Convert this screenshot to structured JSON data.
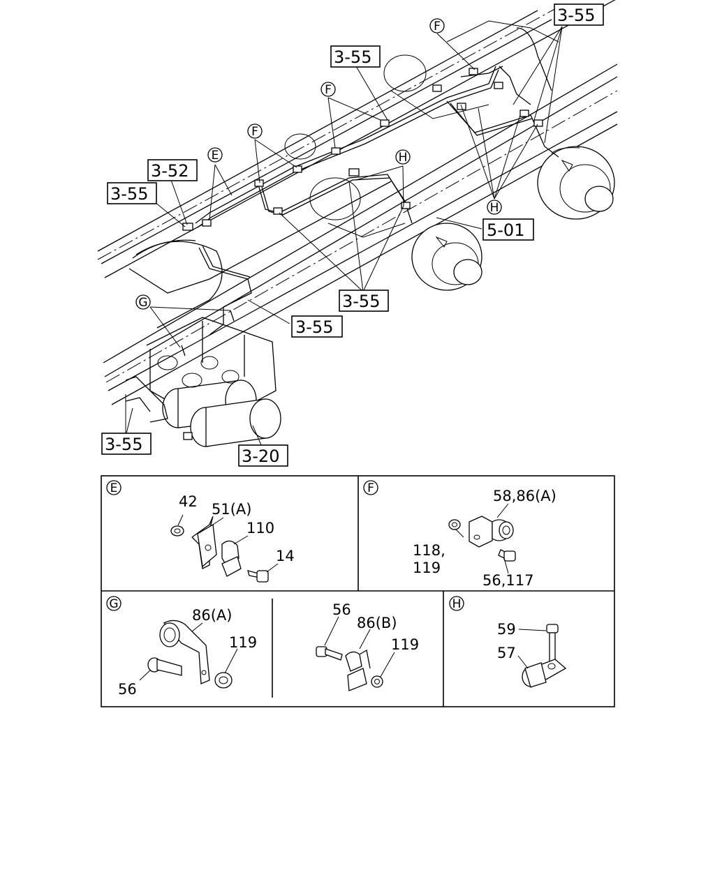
{
  "callouts": {
    "top_right": "3-55",
    "upper_mid": "3-55",
    "left_352": "3-52",
    "left_355": "3-55",
    "right_501": "5-01",
    "mid_355": "3-55",
    "lower_355": "3-55",
    "bottom_left_355": "3-55",
    "bottom_320": "3-20"
  },
  "markers": {
    "F1": "F",
    "F2": "F",
    "F3": "F",
    "E": "E",
    "H1": "H",
    "H2": "H",
    "G": "G"
  },
  "panels": {
    "E": {
      "letter": "E",
      "parts": {
        "p42": "42",
        "p51": "51(A)",
        "p110": "110",
        "p14": "14"
      }
    },
    "F": {
      "letter": "F",
      "parts": {
        "p58": "58,86(A)",
        "p118": "118,",
        "p119": "119",
        "p56": "56,117"
      }
    },
    "G": {
      "letter": "G",
      "parts": {
        "p86a": "86(A)",
        "p119a": "119",
        "p56a": "56",
        "p56b": "56",
        "p86b": "86(B)",
        "p119b": "119"
      }
    },
    "H": {
      "letter": "H",
      "parts": {
        "p59": "59",
        "p57": "57"
      }
    }
  }
}
